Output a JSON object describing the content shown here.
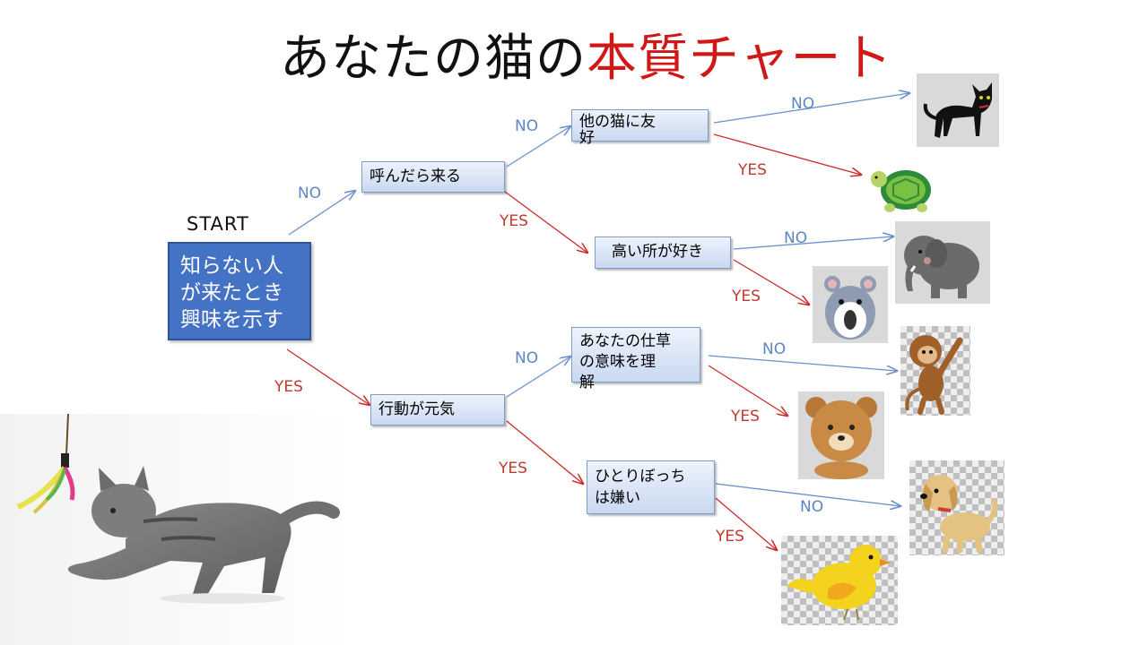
{
  "title": {
    "part1": "あなたの猫の",
    "part2": "本質チャート"
  },
  "start": {
    "label": "START",
    "question": "知らない人\nが来たとき\n興味を示す"
  },
  "nodes": {
    "q_call": "呼んだら来る",
    "q_friendly": "他の猫に友\n好",
    "q_high": "高い所が好き",
    "q_active": "行動が元気",
    "q_understand": "あなたの仕草\nの意味を理\n解",
    "q_alone": "ひとりぼっち\nは嫌い"
  },
  "edge_labels": {
    "start_no": "NO",
    "start_yes": "YES",
    "call_no": "NO",
    "call_yes": "YES",
    "friendly_no": "NO",
    "friendly_yes": "YES",
    "high_no": "NO",
    "high_yes": "YES",
    "active_no": "NO",
    "active_yes": "YES",
    "understand_no": "NO",
    "understand_yes": "YES",
    "alone_no": "NO",
    "alone_yes": "YES"
  },
  "results": [
    {
      "icon": "black-cat-icon"
    },
    {
      "icon": "turtle-icon"
    },
    {
      "icon": "elephant-icon"
    },
    {
      "icon": "hamster-icon"
    },
    {
      "icon": "monkey-icon"
    },
    {
      "icon": "bear-icon"
    },
    {
      "icon": "dog-icon"
    },
    {
      "icon": "bird-icon"
    }
  ],
  "colors": {
    "no_arrow": "#6a8fca",
    "yes_arrow": "#cc2b2b",
    "title_accent": "#d01818",
    "start_box": "#4472c4"
  }
}
